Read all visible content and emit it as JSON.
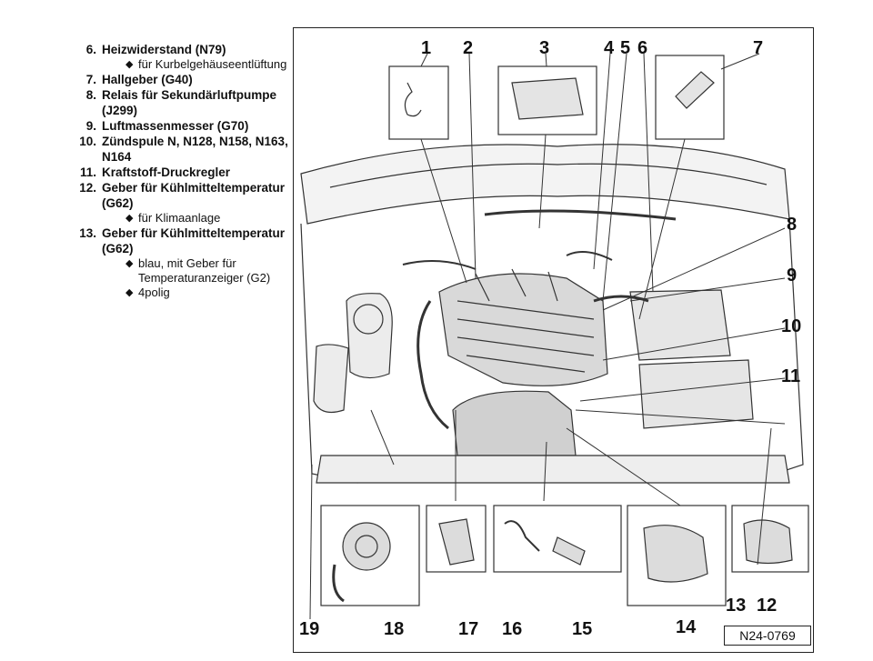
{
  "legend": {
    "items": [
      {
        "num": "6.",
        "label": "Heizwiderstand (N79)",
        "subs": [
          "für Kurbelgehäuseentlüftung"
        ]
      },
      {
        "num": "7.",
        "label": "Hallgeber (G40)",
        "subs": []
      },
      {
        "num": "8.",
        "label": "Relais für Sekundärluftpumpe (J299)",
        "subs": []
      },
      {
        "num": "9.",
        "label": "Luftmassenmesser (G70)",
        "subs": []
      },
      {
        "num": "10.",
        "label": "Zündspule N, N128, N158, N163, N164",
        "subs": []
      },
      {
        "num": "11.",
        "label": "Kraftstoff-Druckregler",
        "subs": []
      },
      {
        "num": "12.",
        "label": "Geber für Kühlmitteltemperatur (G62)",
        "subs": [
          "für Klimaanlage"
        ]
      },
      {
        "num": "13.",
        "label": "Geber für Kühlmitteltemperatur (G62)",
        "subs": [
          "blau, mit Geber für Temperaturanzeiger (G2)",
          "4polig"
        ]
      }
    ]
  },
  "diagram": {
    "callouts": [
      "1",
      "2",
      "3",
      "4",
      "5",
      "6",
      "7",
      "8",
      "9",
      "10",
      "11",
      "12",
      "13",
      "14",
      "15",
      "16",
      "17",
      "18",
      "19"
    ],
    "code": "N24-0769"
  },
  "icons": {
    "bullet": "diamond-bullet-icon"
  }
}
